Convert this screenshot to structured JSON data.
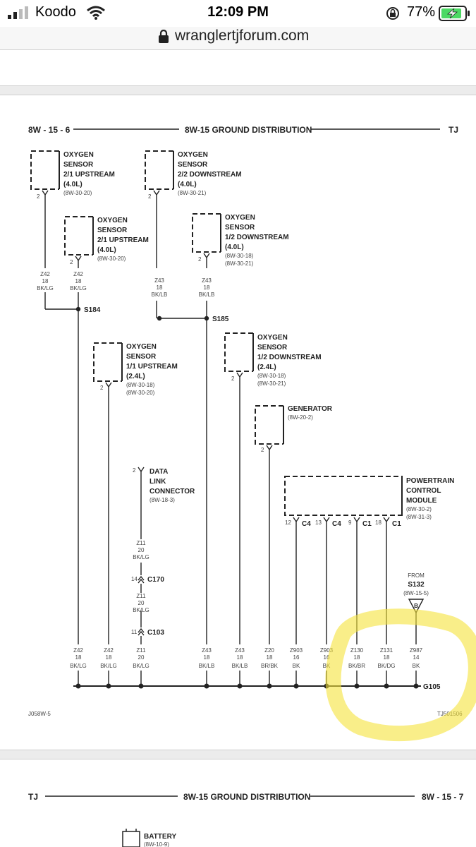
{
  "status_bar": {
    "carrier": "Koodo",
    "time": "12:09 PM",
    "battery_percent": "77%",
    "icons": [
      "signal-icon",
      "wifi-icon",
      "rotation-lock-icon",
      "battery-charging-icon"
    ]
  },
  "browser": {
    "url": "wranglertjforum.com",
    "icons": [
      "lock-icon"
    ]
  },
  "page1": {
    "header_left": "8W - 15 - 6",
    "header_center": "8W-15 GROUND DISTRIBUTION",
    "header_right": "TJ",
    "footer_left": "J058W-5",
    "footer_right": "TJ501506",
    "components": {
      "o2_21_up_40": {
        "l1": "OXYGEN",
        "l2": "SENSOR",
        "l3": "2/1 UPSTREAM",
        "l4": "(4.0L)",
        "ref": "(8W-30-20)",
        "pin": "2"
      },
      "o2_22_down_40": {
        "l1": "OXYGEN",
        "l2": "SENSOR",
        "l3": "2/2 DOWNSTREAM",
        "l4": "(4.0L)",
        "ref": "(8W-30-21)",
        "pin": "2"
      },
      "o2_21_up_40b": {
        "l1": "OXYGEN",
        "l2": "SENSOR",
        "l3": "2/1 UPSTREAM",
        "l4": "(4.0L)",
        "ref": "(8W-30-20)",
        "pin": "2"
      },
      "o2_12_down_40": {
        "l1": "OXYGEN",
        "l2": "SENSOR",
        "l3": "1/2 DOWNSTREAM",
        "l4": "(4.0L)",
        "ref1": "(8W-30-18)",
        "ref2": "(8W-30-21)",
        "pin": "2"
      },
      "o2_11_up_24": {
        "l1": "OXYGEN",
        "l2": "SENSOR",
        "l3": "1/1 UPSTREAM",
        "l4": "(2.4L)",
        "ref1": "(8W-30-18)",
        "ref2": "(8W-30-20)",
        "pin": "2"
      },
      "o2_12_down_24": {
        "l1": "OXYGEN",
        "l2": "SENSOR",
        "l3": "1/2 DOWNSTREAM",
        "l4": "(2.4L)",
        "ref1": "(8W-30-18)",
        "ref2": "(8W-30-21)",
        "pin": "2"
      },
      "generator": {
        "l1": "GENERATOR",
        "ref": "(8W-20-2)",
        "pin": "2"
      },
      "dlc": {
        "l1": "DATA",
        "l2": "LINK",
        "l3": "CONNECTOR",
        "ref": "(8W-18-3)",
        "pin": "2"
      },
      "pcm": {
        "l1": "POWERTRAIN",
        "l2": "CONTROL",
        "l3": "MODULE",
        "ref1": "(8W-30-2)",
        "ref2": "(8W-31-3)",
        "pins": [
          {
            "num": "12",
            "conn": "C4"
          },
          {
            "num": "13",
            "conn": "C4"
          },
          {
            "num": "9",
            "conn": "C1"
          },
          {
            "num": "18",
            "conn": "C1"
          }
        ]
      },
      "from_s132": {
        "l1": "FROM",
        "l2": "S132",
        "ref": "(8W-15-5)",
        "letter": "B"
      }
    },
    "splices": {
      "s184": "S184",
      "s185": "S185"
    },
    "connectors": {
      "c170": {
        "name": "C170",
        "pin": "14"
      },
      "c103": {
        "name": "C103",
        "pin": "11"
      }
    },
    "wire_upper": {
      "z42a": {
        "c": "Z42",
        "g": "18",
        "col": "BK/LG"
      },
      "z42b": {
        "c": "Z42",
        "g": "18",
        "col": "BK/LG"
      },
      "z43a": {
        "c": "Z43",
        "g": "18",
        "col": "BK/LB"
      },
      "z43b": {
        "c": "Z43",
        "g": "18",
        "col": "BK/LB"
      },
      "z11a": {
        "c": "Z11",
        "g": "20",
        "col": "BK/LG"
      },
      "z11b": {
        "c": "Z11",
        "g": "20",
        "col": "BK/LG"
      }
    },
    "ground": "G105",
    "bottom_wires": [
      {
        "c": "Z42",
        "g": "18",
        "col": "BK/LG"
      },
      {
        "c": "Z42",
        "g": "18",
        "col": "BK/LG"
      },
      {
        "c": "Z11",
        "g": "20",
        "col": "BK/LG"
      },
      {
        "c": "Z43",
        "g": "18",
        "col": "BK/LB"
      },
      {
        "c": "Z43",
        "g": "18",
        "col": "BK/LB"
      },
      {
        "c": "Z20",
        "g": "18",
        "col": "BR/BK"
      },
      {
        "c": "Z903",
        "g": "16",
        "col": "BK"
      },
      {
        "c": "Z903",
        "g": "16",
        "col": "BK"
      },
      {
        "c": "Z130",
        "g": "18",
        "col": "BK/BR"
      },
      {
        "c": "Z131",
        "g": "18",
        "col": "BK/DG"
      },
      {
        "c": "Z987",
        "g": "14",
        "col": "BK"
      }
    ]
  },
  "page2": {
    "header_left": "TJ",
    "header_center": "8W-15 GROUND DISTRIBUTION",
    "header_right": "8W - 15 - 7",
    "battery": {
      "l1": "BATTERY",
      "ref": "(8W-10-9)"
    }
  },
  "colors": {
    "highlight": "#f5e23a",
    "ink": "#222222"
  }
}
